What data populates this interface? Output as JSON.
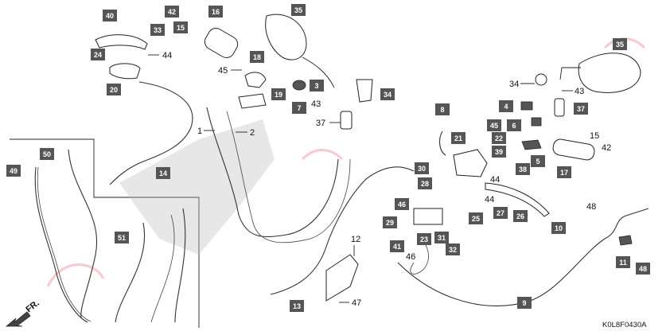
{
  "diagram": {
    "code": "K0L8F0430A",
    "direction_label": "FR.",
    "callouts": {
      "c40": "40",
      "c42": "42",
      "c16": "16",
      "c35a": "35",
      "c15": "15",
      "c33": "33",
      "c24": "24",
      "c44a": "44",
      "c18": "18",
      "c45a": "45",
      "c20": "20",
      "c3": "3",
      "c19": "19",
      "c43a": "43",
      "c34": "34",
      "c7": "7",
      "c37a": "37",
      "c1": "1",
      "c2": "2",
      "c14": "14",
      "c50": "50",
      "c49": "49",
      "c35b": "35",
      "c34b": "34",
      "c43b": "43",
      "c4": "4",
      "c37b": "37",
      "c8": "8",
      "c45b": "45",
      "c6": "6",
      "c21": "21",
      "c22": "22",
      "c39": "39",
      "c5": "5",
      "c15b": "15",
      "c42b": "42",
      "c17": "17",
      "c38": "38",
      "c30": "30",
      "c44b": "44",
      "c28": "28",
      "c44c": "44",
      "c26": "26",
      "c25": "25",
      "c27": "27",
      "c46a": "46",
      "c29": "29",
      "c23": "23",
      "c31": "31",
      "c41": "41",
      "c46b": "46",
      "c32": "32",
      "c51": "51",
      "c12": "12",
      "c48a": "48",
      "c10": "10",
      "c11": "11",
      "c48b": "48",
      "c13": "13",
      "c47": "47",
      "c9": "9"
    }
  }
}
